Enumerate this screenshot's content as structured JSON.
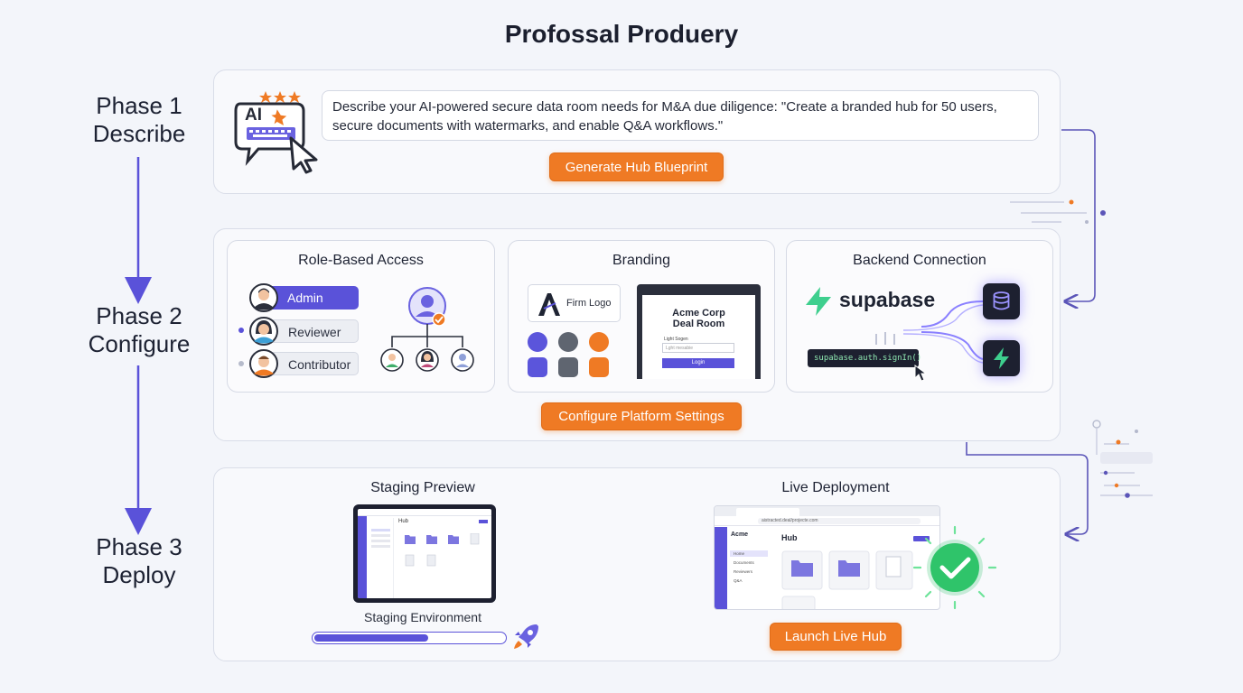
{
  "title": "Profossal Produery",
  "phases": [
    {
      "line1": "Phase 1",
      "line2": "Describe"
    },
    {
      "line1": "Phase 2",
      "line2": "Configure"
    },
    {
      "line1": "Phase 3",
      "line2": "Deploy"
    }
  ],
  "phase1": {
    "icon_text": "AI",
    "prompt": "Describe your AI-powered secure data room needs for M&A due diligence: \"Create a branded hub for 50 users, secure documents with watermarks, and enable Q&A workflows.\"",
    "button": "Generate Hub Blueprint"
  },
  "phase2": {
    "roles": {
      "title": "Role-Based Access",
      "items": [
        "Admin",
        "Reviewer",
        "Contributor"
      ]
    },
    "branding": {
      "title": "Branding",
      "logo_label": "Firm Logo",
      "login_title_1": "Acme Corp",
      "login_title_2": "Deal Room",
      "login_field_label": "Light Sogen",
      "login_field_placeholder": "Lght mesabie",
      "login_button": "Login",
      "swatches": [
        "#5b55db",
        "#5f6570",
        "#ef7a24",
        "#5b55db",
        "#5f6570",
        "#ef7a24"
      ]
    },
    "backend": {
      "title": "Backend Connection",
      "brand": "supabase",
      "code": "supabase.auth.signIn()"
    },
    "button": "Configure Platform Settings"
  },
  "phase3": {
    "staging": {
      "title": "Staging Preview",
      "screen_header": "Hub",
      "caption": "Staging Environment",
      "progress": 0.6
    },
    "live": {
      "title": "Live Deployment",
      "url": "aistracted.deal/projecte.com",
      "brand_short": "Acme",
      "hub_label": "Hub",
      "nav_items": [
        "Home",
        "Documents",
        "Reviewers",
        "Q&A"
      ],
      "button": "Launch Live Hub"
    }
  },
  "colors": {
    "accent": "#ef7a24",
    "primary": "#5a52d9",
    "success": "#2fc46a",
    "supabase_green": "#3ecf8e"
  }
}
